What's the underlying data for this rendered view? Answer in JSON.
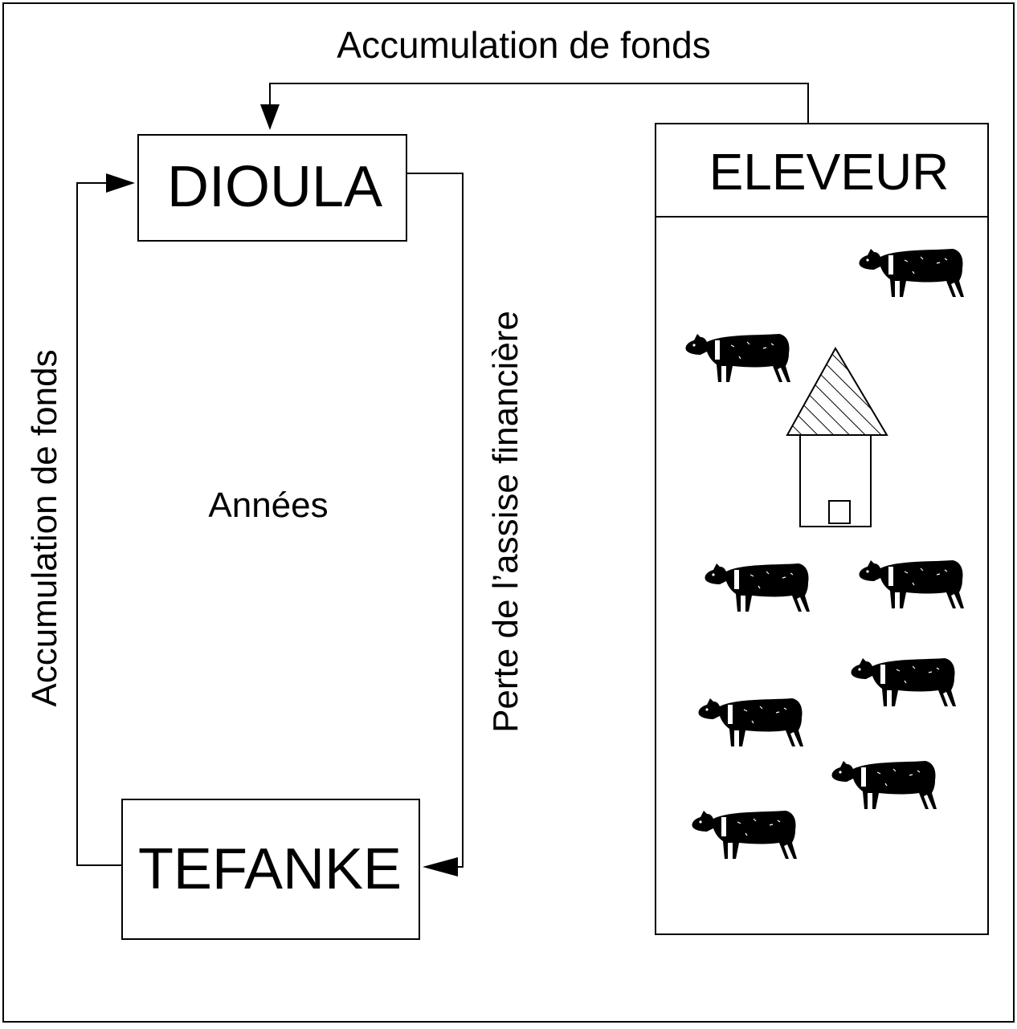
{
  "labels": {
    "top_arrow": "Accumulation de fonds",
    "left_arrow": "Accumulation de fonds",
    "right_arrow": "Perte de l’assise financière",
    "center": "Années"
  },
  "boxes": {
    "dioula": "DIOULA",
    "tefanke": "TEFANKE",
    "eleveur": "ELEVEUR"
  },
  "icons": {
    "cow": "cow-icon",
    "house": "house-icon"
  },
  "cow_count": 8
}
